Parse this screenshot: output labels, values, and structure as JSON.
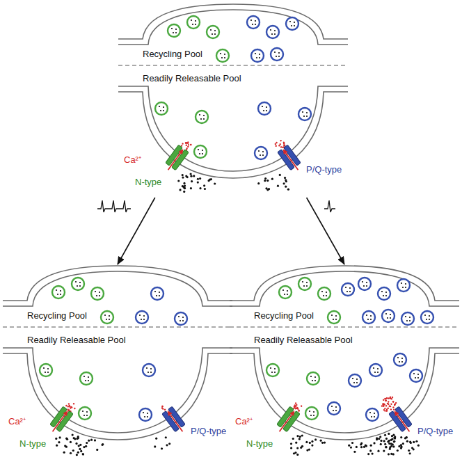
{
  "diagram": {
    "nodes": [
      {
        "text": [
          "Recycling Pool",
          "Readily Releasable Pool",
          "Ca²⁺",
          "N-type",
          "P/Q-type"
        ]
      },
      {
        "text": [
          "Recycling Pool",
          "Readily Releasable Pool",
          "Ca²⁺",
          "N-type",
          "P/Q-type"
        ]
      },
      {
        "text": [
          "Recycling Pool",
          "Readily Releasable Pool",
          "Ca²⁺",
          "N-type",
          "P/Q-type"
        ]
      }
    ],
    "edges": [
      {
        "from": 0,
        "to": 1,
        "arrow": "to"
      },
      {
        "from": 0,
        "to": 2,
        "arrow": "to"
      }
    ]
  }
}
